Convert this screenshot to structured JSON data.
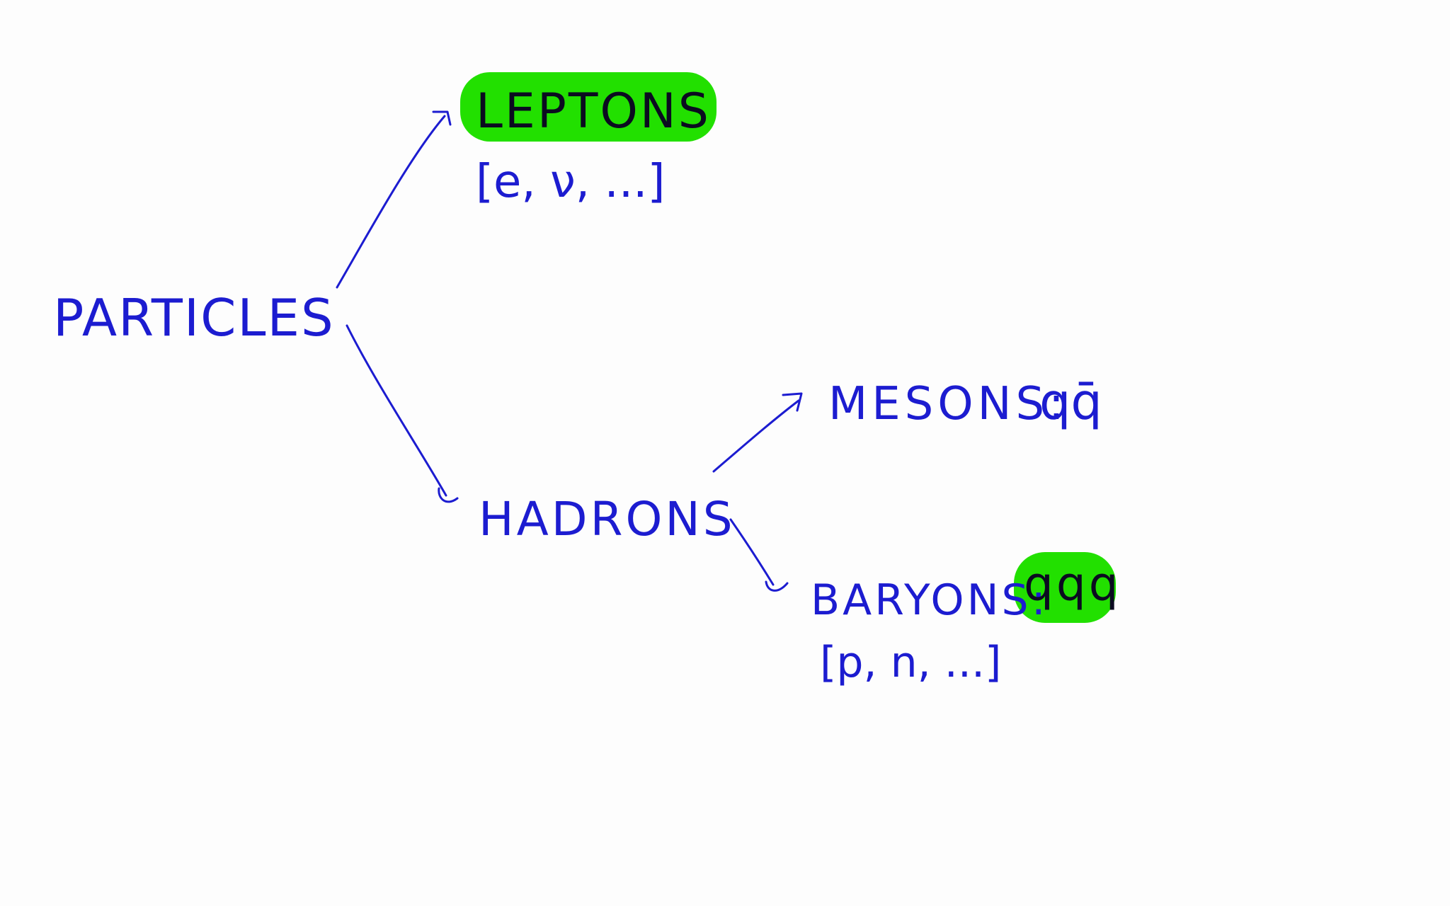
{
  "diagram": {
    "root": {
      "label": "PARTICLES"
    },
    "leptons": {
      "label": "LEPTONS",
      "examples": "[e, ν, ...]",
      "highlight_color": "#22e000"
    },
    "hadrons": {
      "label": "HADRONS"
    },
    "mesons": {
      "label": "MESONS:",
      "quarks": "qq̄"
    },
    "baryons": {
      "label": "BARYONS:",
      "quarks": "qqq",
      "examples": "[p, n, ...]",
      "highlight_color": "#22e000"
    },
    "ink_color": "#1c1cd0"
  }
}
